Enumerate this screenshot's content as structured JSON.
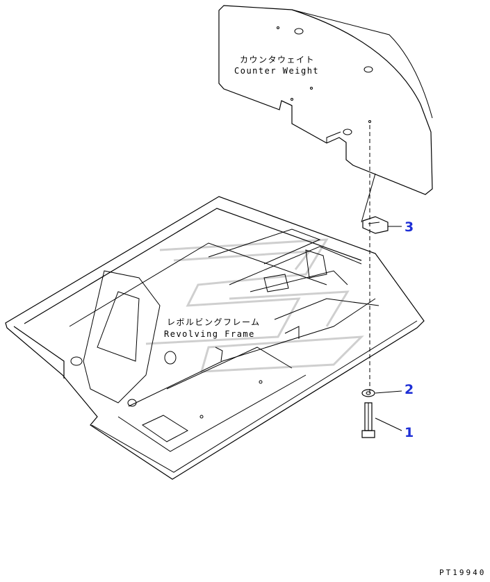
{
  "labels": {
    "counter_weight_jp": "カウンタウェイト",
    "counter_weight_en": "Counter Weight",
    "revolving_frame_jp": "レボルビングフレーム",
    "revolving_frame_en": "Revolving Frame"
  },
  "callouts": [
    {
      "number": "1",
      "part": "bolt"
    },
    {
      "number": "2",
      "part": "washer"
    },
    {
      "number": "3",
      "part": "plate"
    }
  ],
  "drawing_code": "PT19940",
  "colors": {
    "line": "#000000",
    "callout": "#1e2fd6",
    "watermark": "#cfcfcf",
    "background": "#ffffff"
  }
}
